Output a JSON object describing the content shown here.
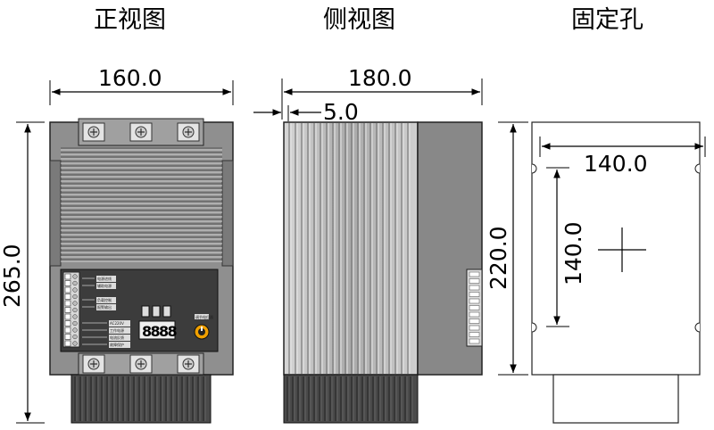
{
  "views": {
    "front": {
      "title": "正视图"
    },
    "side": {
      "title": "侧视图"
    },
    "mount": {
      "title": "固定孔"
    }
  },
  "dimensions": {
    "front_width": "160.0",
    "front_height": "265.0",
    "side_depth": "180.0",
    "side_offset": "5.0",
    "mount_hole_width": "140.0",
    "mount_hole_height": "140.0",
    "mount_plate_height": "220.0"
  },
  "panel_labels": {
    "l1": "电源进线",
    "l2": "辅助电源",
    "l3": "负载控制",
    "l4": "报警输出",
    "l5": "AC220V",
    "l6": "工作电源",
    "l7": "电流反馈",
    "l8": "故障保护",
    "knob": "调节电位器"
  },
  "display": {
    "digits": [
      "8",
      "8",
      "8",
      "8"
    ]
  },
  "colors": {
    "body": "#8f8f8f",
    "body_dark": "#5a5a5a",
    "panel": "#3c3c3c",
    "fin": "#b8b8b8",
    "fan": "#4a4a4a"
  }
}
